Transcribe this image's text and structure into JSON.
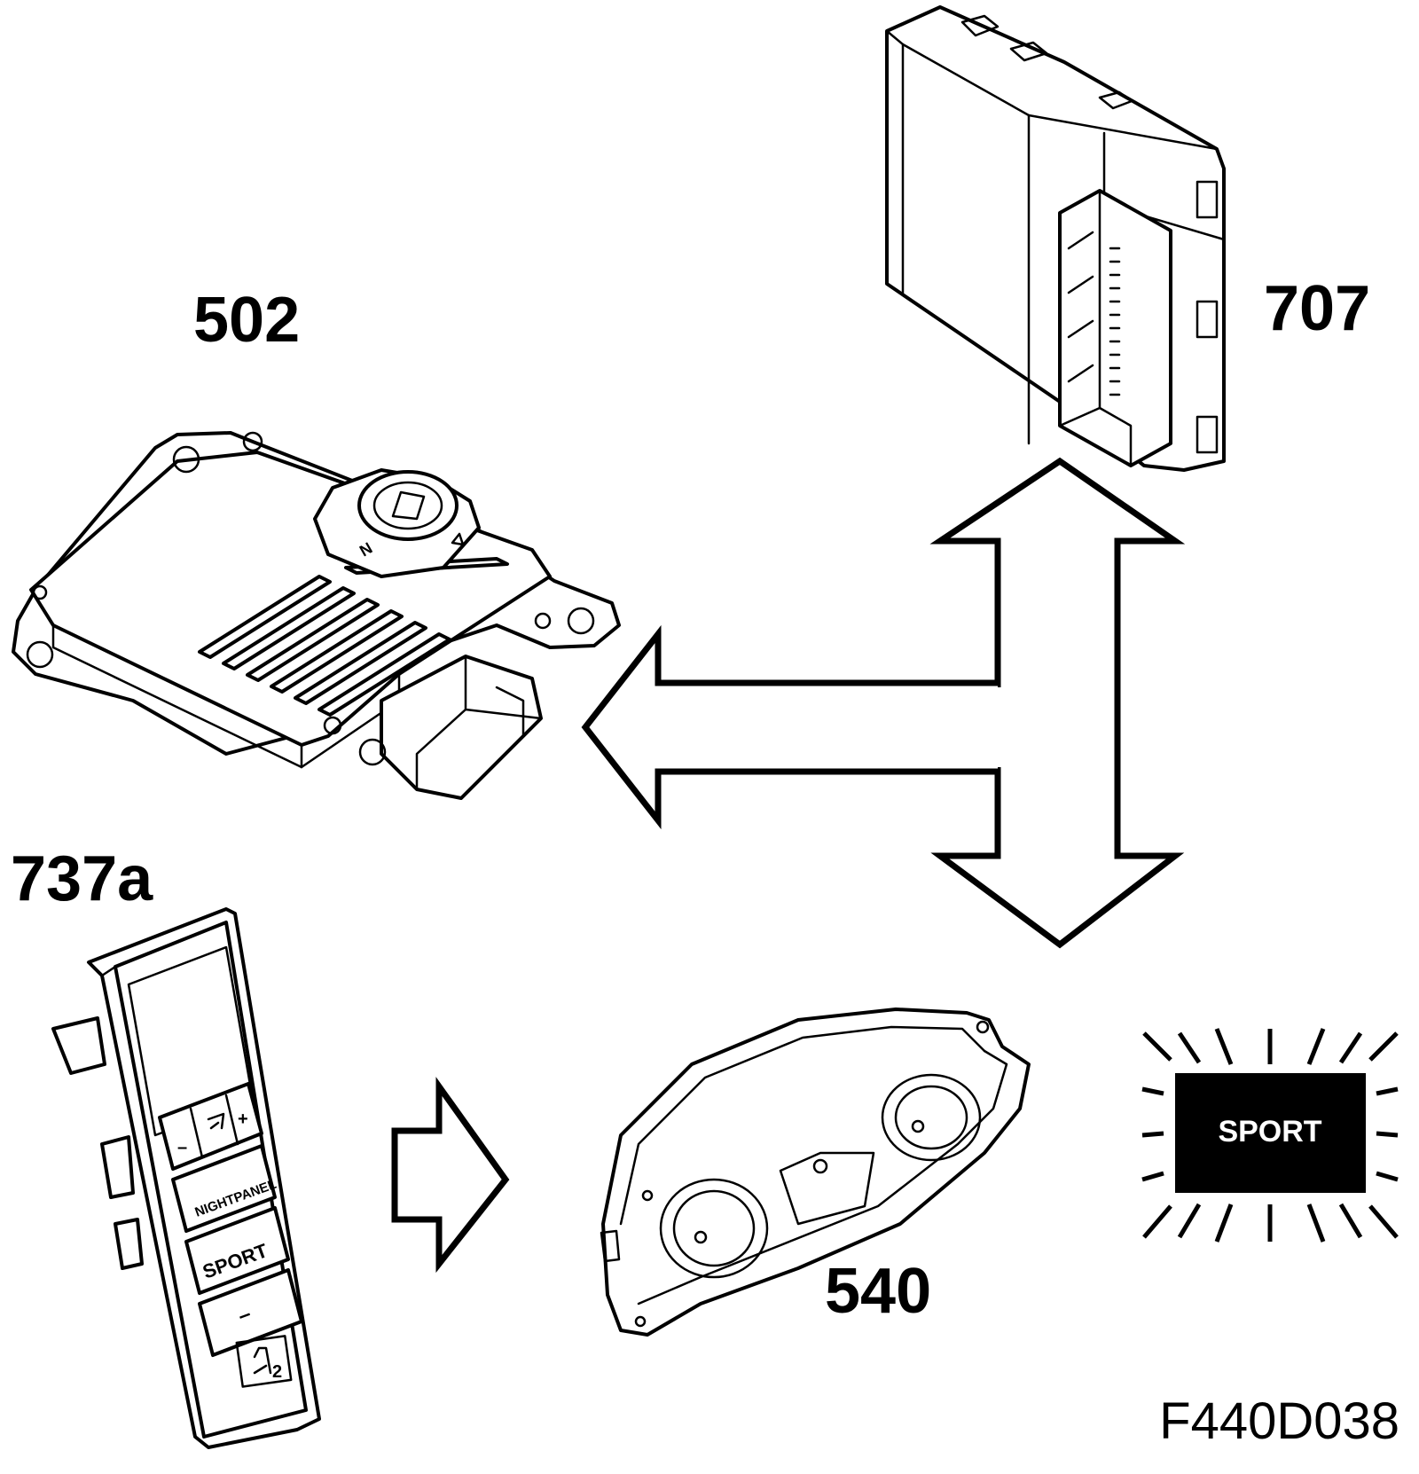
{
  "labels": {
    "module_707": "707",
    "module_502": "502",
    "module_737a": "737a",
    "module_540": "540",
    "figure_id": "F440D038"
  },
  "switch_panel": {
    "nightpanel_button": "NIGHTPANEL",
    "sport_button": "SPORT",
    "minus_button": "–",
    "dim_minus": "–",
    "dim_plus": "+",
    "seat_indicator": "2"
  },
  "gear_selector": {
    "position_n": "N"
  },
  "sport_indicator": {
    "text": "SPORT",
    "background": "#000000",
    "text_color": "#ffffff"
  }
}
